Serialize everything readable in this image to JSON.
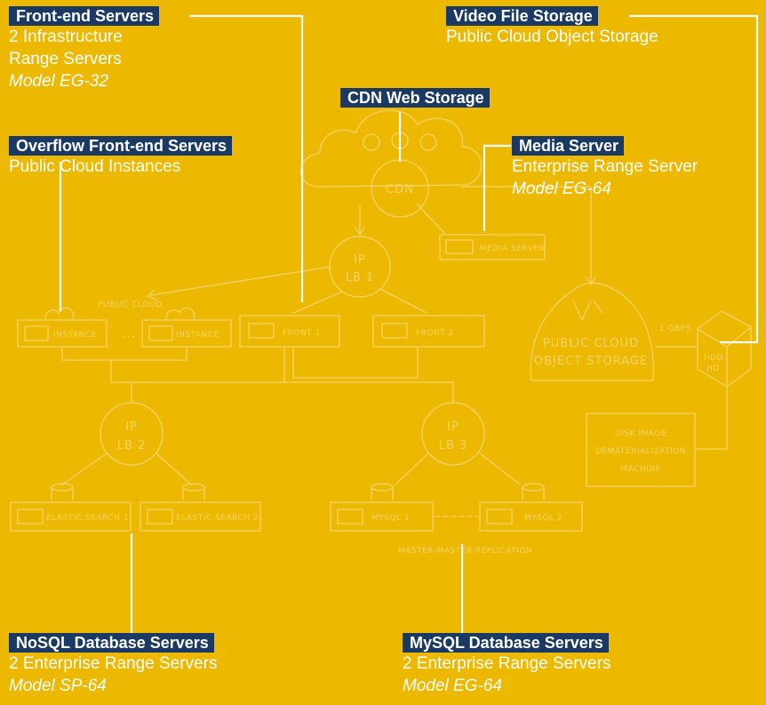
{
  "callouts": {
    "front_end": {
      "title": "Front-end Servers",
      "line1": "2 Infrastructure",
      "line2": "Range Servers",
      "model": "Model EG-32"
    },
    "overflow": {
      "title": "Overflow Front-end Servers",
      "line1": "Public Cloud Instances"
    },
    "video": {
      "title": "Video File Storage",
      "line1": "Public Cloud Object Storage"
    },
    "cdn": {
      "title": "CDN Web Storage"
    },
    "media": {
      "title": "Media Server",
      "line1": "Enterprise Range Server",
      "model": "Model EG-64"
    },
    "nosql": {
      "title": "NoSQL Database Servers",
      "line1": "2 Enterprise Range Servers",
      "model": "Model SP-64"
    },
    "mysql": {
      "title": "MySQL Database Servers",
      "line1": "2 Enterprise Range Servers",
      "model": "Model EG-64"
    }
  },
  "sketch": {
    "cdn": "CDN",
    "media_server": "MEDIA SERVER",
    "public_cloud": "PUBLIC CLOUD",
    "instance_1": "INSTANCE",
    "instance_2": "INSTANCE",
    "ellipsis": "...",
    "front_1": "FRONT 1",
    "front_2": "FRONT 2",
    "lb1": [
      "IP",
      "LB 1"
    ],
    "lb2": [
      "IP",
      "LB 2"
    ],
    "lb3": [
      "IP",
      "LB 3"
    ],
    "object_storage": [
      "PUBLIC CLOUD",
      "OBJECT STORAGE"
    ],
    "gbps": "1 GBPS",
    "box_label": [
      "HDD",
      "HD"
    ],
    "disk_image": [
      "DISK IMAGE",
      "DEMATERIALIZATION",
      "MACHINE"
    ],
    "elastic_1": "ELASTIC SEARCH 1",
    "elastic_2": "ELASTIC SEARCH 2",
    "mysql_1": "MYSQL 1",
    "mysql_2": "MYSQL 2",
    "replication": "MASTER-MASTER REPLICATION"
  },
  "colors": {
    "background": "#EDB800",
    "label_bg": "#1A3A63",
    "sketch": "#F4D46A",
    "callout_line": "#FFFFFF"
  }
}
